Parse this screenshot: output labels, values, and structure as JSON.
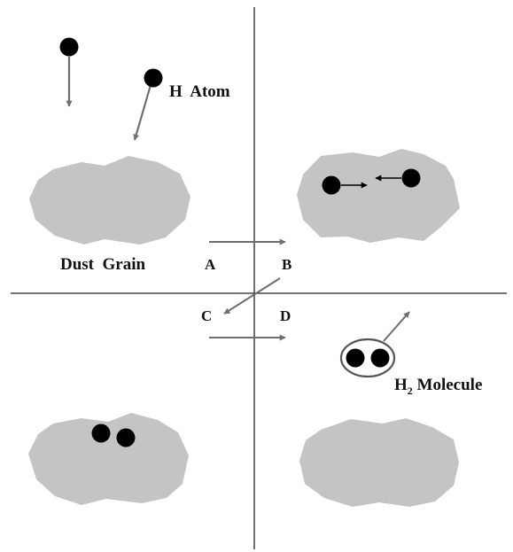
{
  "labels": {
    "h_atom": "H  Atom",
    "dust_grain": "Dust  Grain",
    "h2_prefix": "H",
    "h2_subscript": "2",
    "h2_suffix": " Molecule",
    "step_a": "A",
    "step_b": "B",
    "step_c": "C",
    "step_d": "D"
  },
  "colors": {
    "grain": "#c4c4c4",
    "atom": "#000000",
    "arrow": "#6e6e6e",
    "divider": "#222222",
    "molecule_ring": "#555555",
    "text": "#111111"
  }
}
